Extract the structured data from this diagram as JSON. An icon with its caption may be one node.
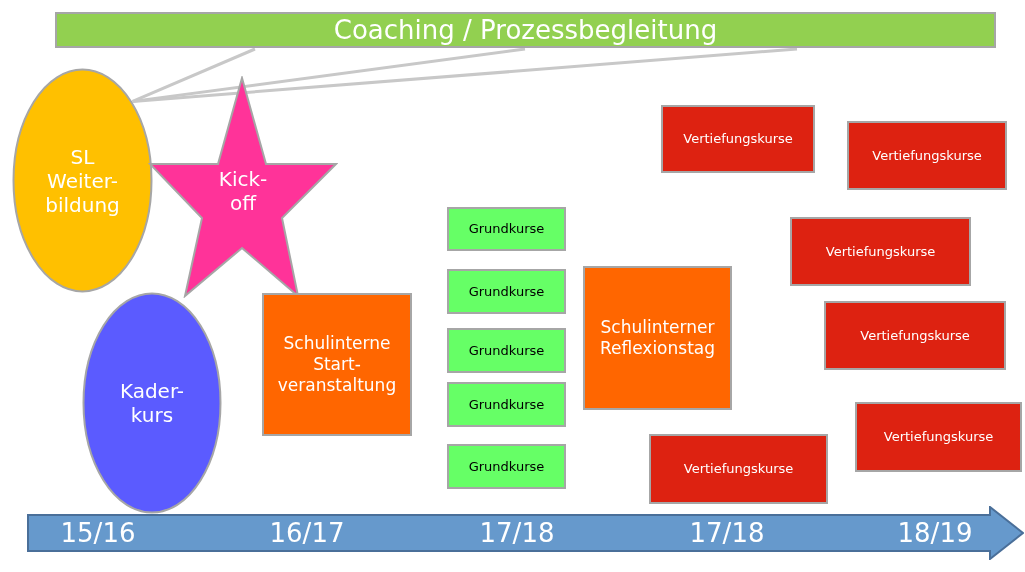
{
  "diagram": {
    "nodes": [
      {
        "text": [
          "Coaching / Prozessbegleitung"
        ]
      },
      {
        "text": [
          "SL Weiter- bildung"
        ]
      },
      {
        "text": [
          "Kick- off"
        ]
      },
      {
        "text": [
          "Kader- kurs"
        ]
      },
      {
        "text": [
          "Schulinterne Start- veranstaltung"
        ]
      },
      {
        "text": [
          "Grundkurse"
        ]
      },
      {
        "text": [
          "Grundkurse"
        ]
      },
      {
        "text": [
          "Grundkurse"
        ]
      },
      {
        "text": [
          "Grundkurse"
        ]
      },
      {
        "text": [
          "Grundkurse"
        ]
      },
      {
        "text": [
          "Vertiefungskurse"
        ]
      },
      {
        "text": [
          "Vertiefungskurse"
        ]
      },
      {
        "text": [
          "Vertiefungskurse"
        ]
      },
      {
        "text": [
          "Schulinterner Reflexionstag"
        ]
      },
      {
        "text": [
          "Vertiefungskurse"
        ]
      },
      {
        "text": [
          "Vertiefungskurse"
        ]
      },
      {
        "text": [
          "Vertiefungskurse"
        ]
      },
      {
        "text": [
          "15/16",
          "16/17",
          "17/18",
          "17/18",
          "18/19"
        ]
      }
    ],
    "edges": [
      {
        "from": 1,
        "to": 0,
        "arrow": "none"
      },
      {
        "from": 1,
        "to": 0,
        "arrow": "none"
      },
      {
        "from": 1,
        "to": 0,
        "arrow": "none"
      }
    ]
  }
}
